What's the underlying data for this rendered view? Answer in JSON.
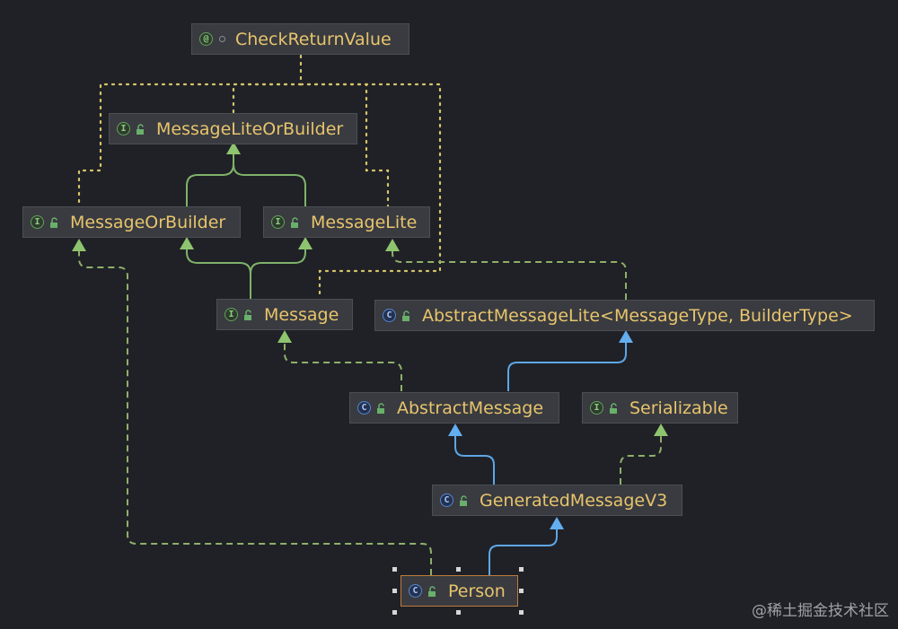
{
  "nodes": {
    "check_return_value": {
      "label": "CheckReturnValue",
      "kind": "@"
    },
    "message_lite_or_builder": {
      "label": "MessageLiteOrBuilder",
      "kind": "I"
    },
    "message_or_builder": {
      "label": "MessageOrBuilder",
      "kind": "I"
    },
    "message_lite": {
      "label": "MessageLite",
      "kind": "I"
    },
    "message": {
      "label": "Message",
      "kind": "I"
    },
    "abstract_message_lite": {
      "label": "AbstractMessageLite<MessageType, BuilderType>",
      "kind": "C"
    },
    "abstract_message": {
      "label": "AbstractMessage",
      "kind": "C"
    },
    "serializable": {
      "label": "Serializable",
      "kind": "I"
    },
    "generated_message_v3": {
      "label": "GeneratedMessageV3",
      "kind": "C"
    },
    "person": {
      "label": "Person",
      "kind": "C"
    }
  },
  "colors": {
    "background": "#1f2126",
    "node_fill": "#393b40",
    "node_text": "#e8c46c",
    "interface_edge": "#7fb36b",
    "class_edge": "#5ea6e6",
    "dependency_dots": "#d8c46a",
    "selection_border": "#c07b3d"
  },
  "icons": {
    "interface": "interface-icon",
    "class": "class-icon",
    "annotation": "annotation-icon",
    "public": "unlocked-padlock-icon",
    "package_private": "circle-icon"
  },
  "watermark": "@稀土掘金技术社区"
}
